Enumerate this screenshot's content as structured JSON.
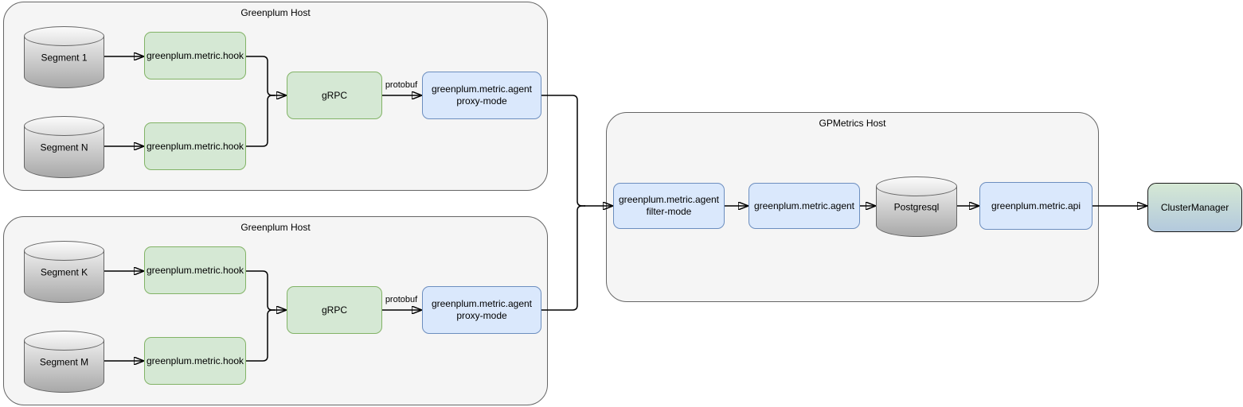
{
  "colors": {
    "canvas-bg": "#ffffff",
    "container-fill": "#f5f5f5",
    "container-stroke": "#666666",
    "green-fill": "#d5e8d4",
    "green-stroke": "#82b366",
    "blue-fill": "#dae8fc",
    "blue-stroke": "#6c8ebf",
    "cyl-top": "#ededed",
    "cyl-bottom": "#a8a8a8",
    "cyl-stroke": "#666666",
    "gradient-top": "#d5e8d4",
    "gradient-bottom": "#b3c9dd",
    "gradient-stroke": "#1a1a1a",
    "arrow": "#000000"
  },
  "containers": {
    "greenplum_top": "Greenplum Host",
    "greenplum_bottom": "Greenplum Host",
    "gpmetrics": "GPMetrics Host"
  },
  "nodes": {
    "segment_1": "Segment 1",
    "segment_n": "Segment N",
    "segment_k": "Segment K",
    "segment_m": "Segment M",
    "metric_hook": "greenplum.metric.hook",
    "grpc": "gRPC",
    "agent_proxy_line1": "greenplum.metric.agent",
    "agent_proxy_line2": "proxy-mode",
    "agent_filter_line1": "greenplum.metric.agent",
    "agent_filter_line2": "filter-mode",
    "metric_agent": "greenplum.metric.agent",
    "postgresql": "Postgresql",
    "metric_api": "greenplum.metric.api",
    "cluster_manager": "ClusterManager"
  },
  "edge_labels": {
    "protobuf_top": "protobuf",
    "protobuf_bottom": "protobuf"
  }
}
